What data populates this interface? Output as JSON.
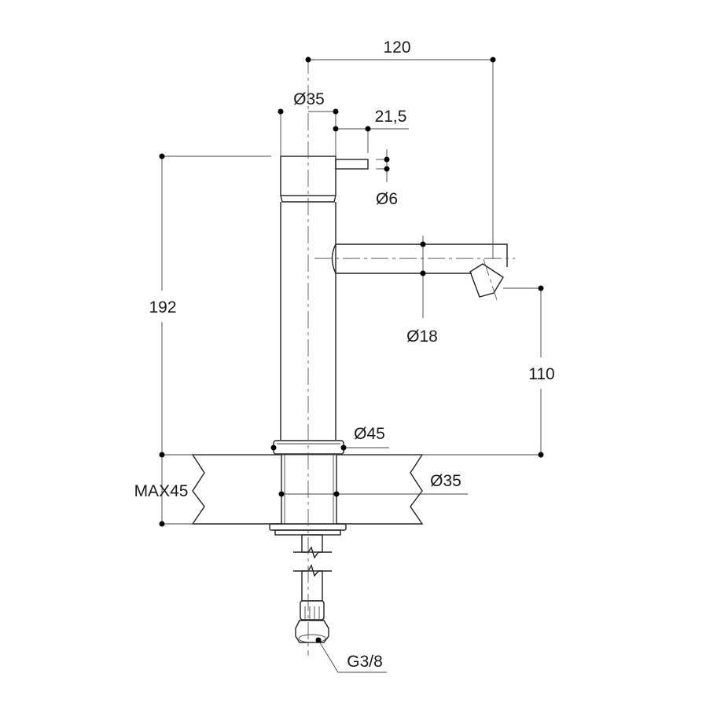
{
  "title": "Faucet technical drawing",
  "dimensions": {
    "spout_reach": "120",
    "body_diameter": "Ø35",
    "lever_offset": "21,5",
    "lever_diameter": "Ø6",
    "total_height": "192",
    "spout_diameter": "Ø18",
    "spout_height": "110",
    "base_diameter": "Ø45",
    "hole_diameter": "Ø35",
    "max_thickness": "MAX45",
    "connection": "G3/8"
  },
  "colors": {
    "line": "#222222",
    "background": "#ffffff"
  }
}
